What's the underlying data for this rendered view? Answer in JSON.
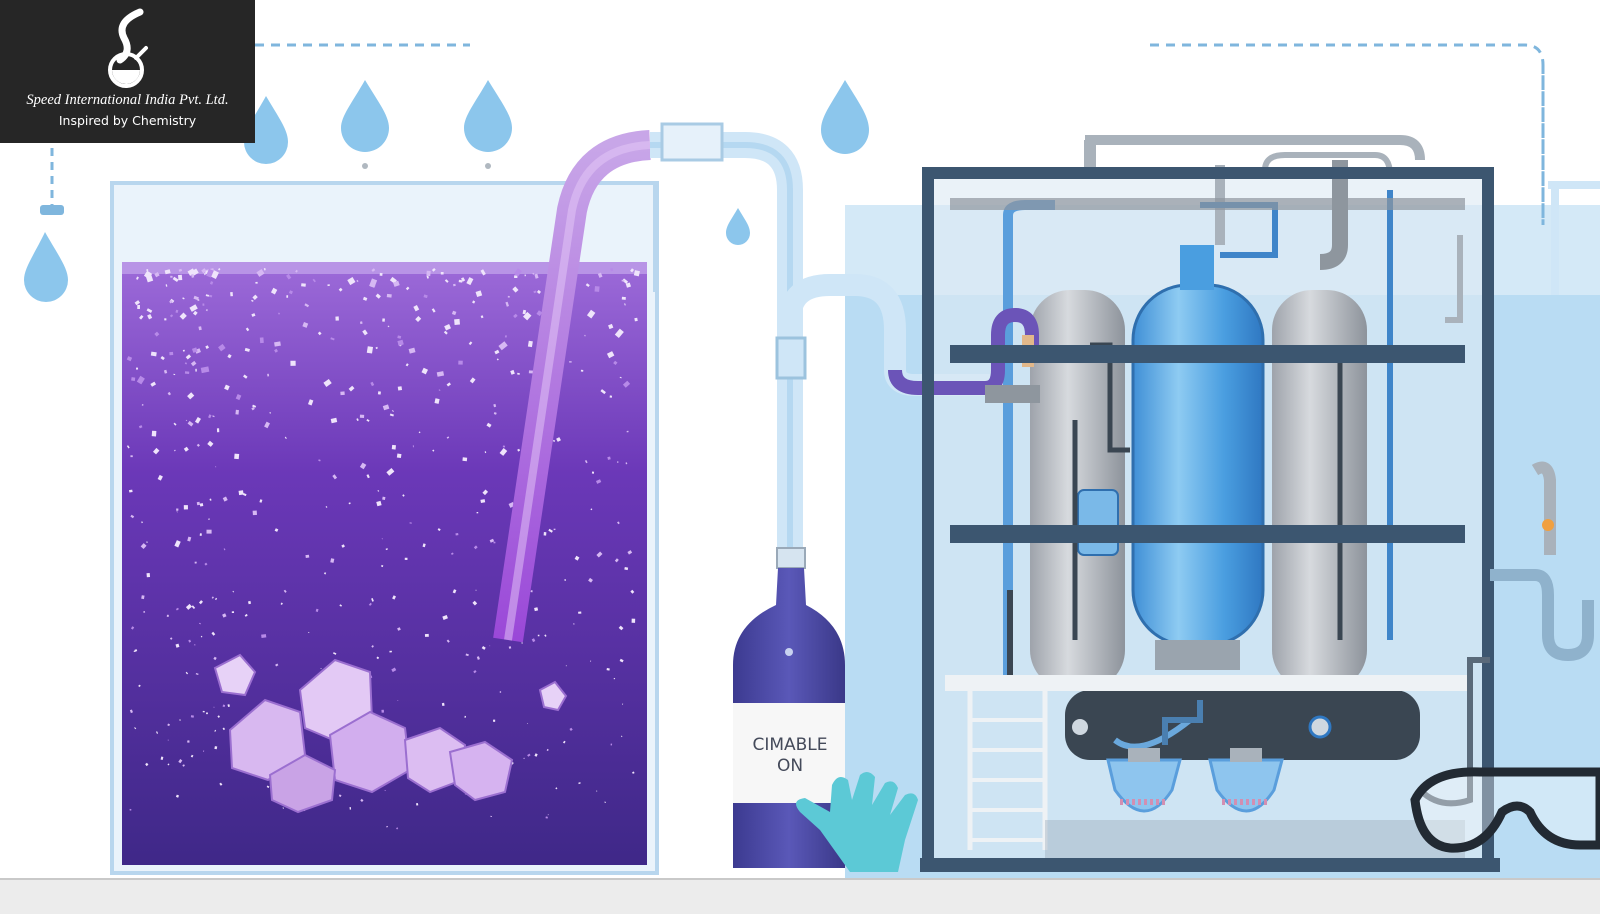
{
  "logo": {
    "company": "Speed International India Pvt. Ltd.",
    "tagline": "Inspired by Chemistry"
  },
  "bottle": {
    "label_line1": "CIMABLE",
    "label_line2": "ON"
  },
  "colors": {
    "solution_purple": "#5a2fa3",
    "crystal_pink": "#c9a3e6",
    "water_blue": "#7fc1ea",
    "frame_steel": "#3c5670",
    "glove_cyan": "#5cc9d6"
  }
}
